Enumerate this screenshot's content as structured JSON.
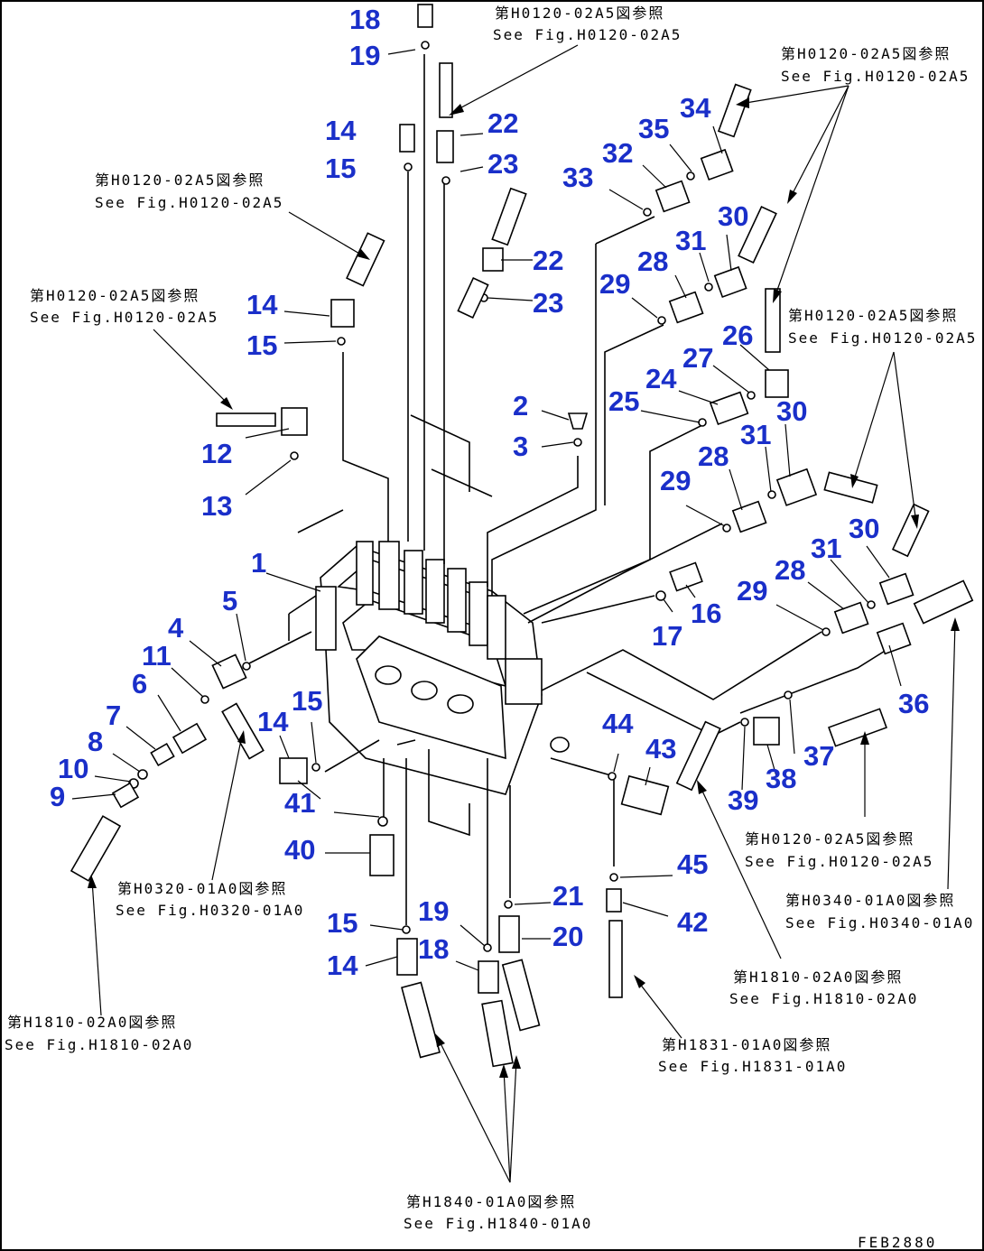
{
  "labels": {
    "n1": "1",
    "n2": "2",
    "n3": "3",
    "n4": "4",
    "n5": "5",
    "n6": "6",
    "n7": "7",
    "n8": "8",
    "n9": "9",
    "n10": "10",
    "n11": "11",
    "n12": "12",
    "n13": "13",
    "n14": "14",
    "n15": "15",
    "n16": "16",
    "n17": "17",
    "n18": "18",
    "n19": "19",
    "n20": "20",
    "n21": "21",
    "n22": "22",
    "n23": "23",
    "n24": "24",
    "n25": "25",
    "n26": "26",
    "n27": "27",
    "n28": "28",
    "n29": "29",
    "n30": "30",
    "n31": "31",
    "n32": "32",
    "n33": "33",
    "n34": "34",
    "n35": "35",
    "n36": "36",
    "n37": "37",
    "n38": "38",
    "n39": "39",
    "n40": "40",
    "n41": "41",
    "n42": "42",
    "n43": "43",
    "n44": "44",
    "n45": "45"
  },
  "refs": {
    "top_center_jp": "第H0120-02A5図参照",
    "top_center_en": "See Fig.H0120-02A5",
    "top_right_jp": "第H0120-02A5図参照",
    "top_right_en": "See Fig.H0120-02A5",
    "left_upper_jp": "第H0120-02A5図参照",
    "left_upper_en": "See Fig.H0120-02A5",
    "left_mid_jp": "第H0120-02A5図参照",
    "left_mid_en": "See Fig.H0120-02A5",
    "right_mid_jp": "第H0120-02A5図参照",
    "right_mid_en": "See Fig.H0120-02A5",
    "right_low_jp": "第H0120-02A5図参照",
    "right_low_en": "See Fig.H0120-02A5",
    "right_h0340_jp": "第H0340-01A0図参照",
    "right_h0340_en": "See Fig.H0340-01A0",
    "center_h1810_jp": "第H1810-02A0図参照",
    "center_h1810_en": "See Fig.H1810-02A0",
    "center_h1831_jp": "第H1831-01A0図参照",
    "center_h1831_en": "See Fig.H1831-01A0",
    "left_h0320_jp": "第H0320-01A0図参照",
    "left_h0320_en": "See Fig.H0320-01A0",
    "left_h1810_jp": "第H1810-02A0図参照",
    "left_h1810_en": "See Fig.H1810-02A0",
    "bottom_h1840_jp": "第H1840-01A0図参照",
    "bottom_h1840_en": "See Fig.H1840-01A0"
  },
  "drawing_code": "FEB2880"
}
